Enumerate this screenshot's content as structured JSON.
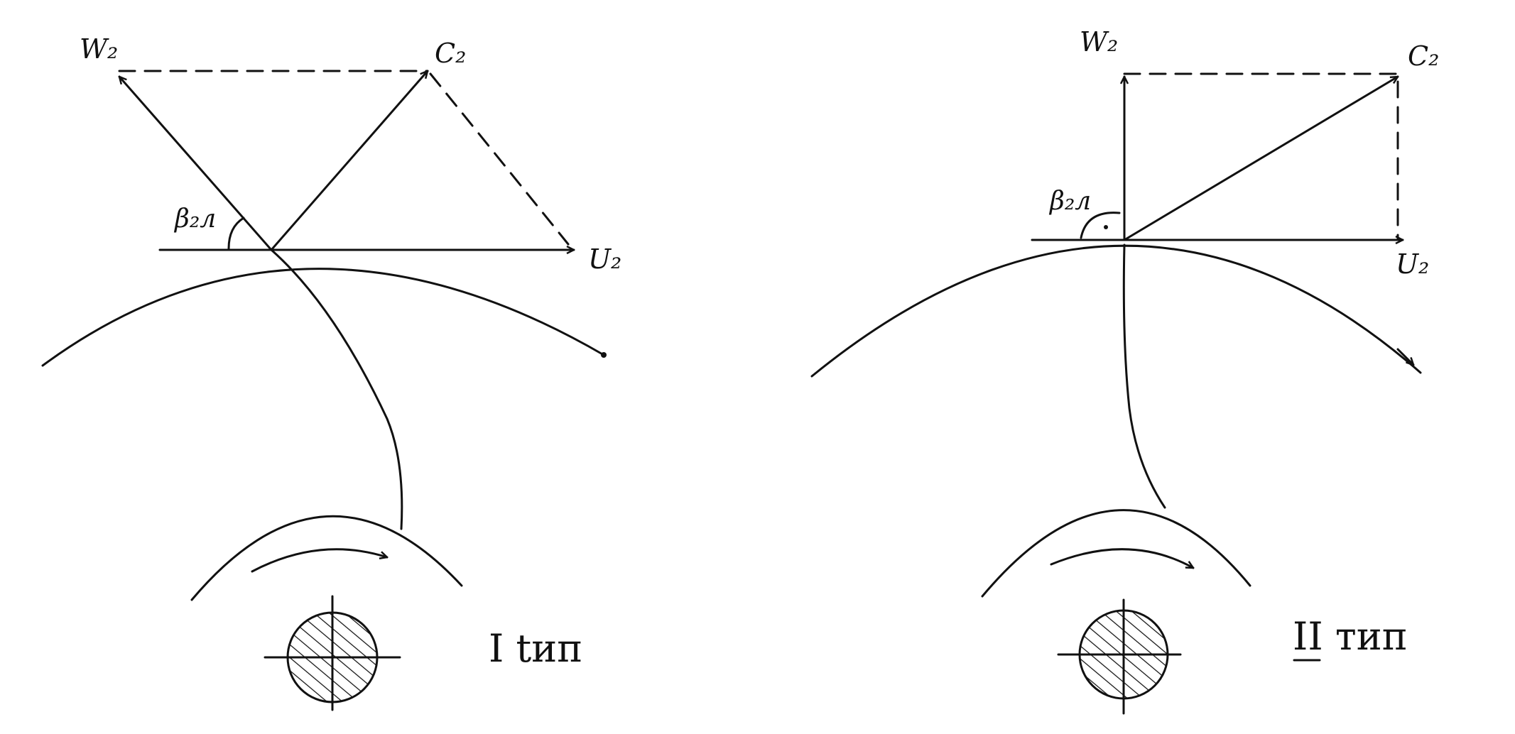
{
  "diagrams": [
    {
      "caption": "I tип",
      "labels": {
        "w": "W₂",
        "c": "C₂",
        "u": "U₂",
        "beta": "β₂л"
      }
    },
    {
      "caption": "II тип",
      "labels": {
        "w": "W₂",
        "c": "C₂",
        "u": "U₂",
        "beta": "β₂л"
      }
    }
  ]
}
